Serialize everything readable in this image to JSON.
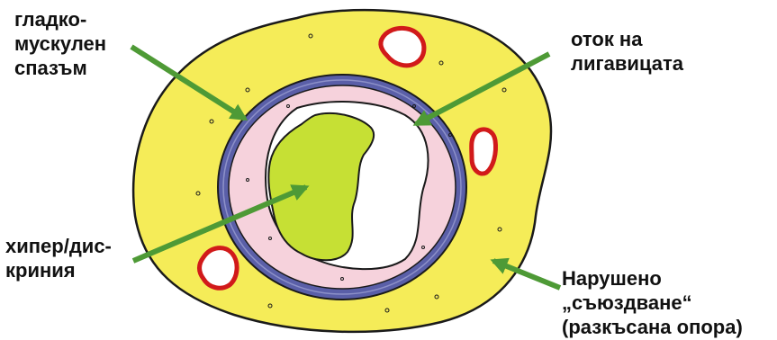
{
  "labels": {
    "spasm": [
      "гладко-",
      "мускулен",
      "спазъм"
    ],
    "edema": [
      "оток на",
      "лигавицата"
    ],
    "hypersecretion": [
      "хипер/дис-",
      "криния"
    ],
    "tethering": [
      "Нарушено",
      "„съюздване“",
      "(разкъсана опора)"
    ]
  },
  "colors": {
    "adventitia": "#f5ec58",
    "mucosa": "#f6d2dc",
    "mucus": "#c6e034",
    "muscle_ring": "#5a5fa8",
    "vessel": "#d11a1a",
    "arrow": "#4e9a36",
    "outline": "#1a1a1a"
  }
}
